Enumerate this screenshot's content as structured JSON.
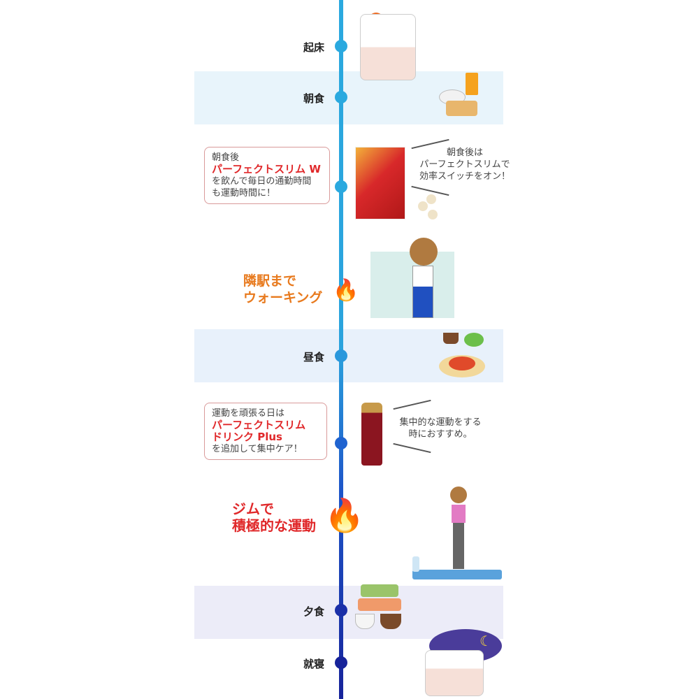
{
  "timeline": [
    {
      "label": "起床"
    },
    {
      "label": "朝食"
    },
    {
      "label": "昼食"
    },
    {
      "label": "夕食"
    },
    {
      "label": "就寝"
    }
  ],
  "callout1": {
    "line1": "朝食後",
    "product": "パーフェクトスリム W",
    "line3": "を飲んで毎日の通勤時間",
    "line4": "も運動時間に！"
  },
  "note1": {
    "line1": "朝食後は",
    "line2": "パーフェクトスリムで",
    "line3": "効率スイッチをオン！"
  },
  "activity1": {
    "line1": "隣駅まで",
    "line2": "ウォーキング"
  },
  "callout2": {
    "line1": "運動を頑張る日は",
    "product1": "パーフェクトスリム",
    "product2": "ドリンク Plus",
    "line4": "を追加して集中ケア！"
  },
  "note2": {
    "line1": "集中的な運動をする",
    "line2": "時におすすめ。"
  },
  "activity2": {
    "line1": "ジムで",
    "line2": "積極的な運動"
  },
  "colors": {
    "line_top": "#2aa9df",
    "line_bottom": "#17239a",
    "accent_red": "#e0282a",
    "accent_orange": "#e87a1e"
  }
}
